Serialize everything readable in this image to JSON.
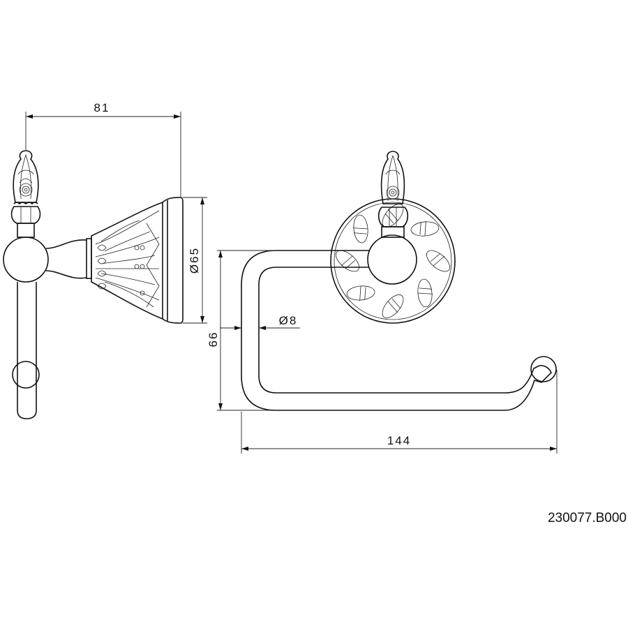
{
  "drawing": {
    "product_code": "230077.B000",
    "side_view": {
      "depth_dimension": "81",
      "rosette_diameter": "Ø65"
    },
    "front_view": {
      "height_dimension": "66",
      "rod_diameter": "Ø8",
      "width_dimension": "144"
    },
    "line_color": "#111111"
  }
}
